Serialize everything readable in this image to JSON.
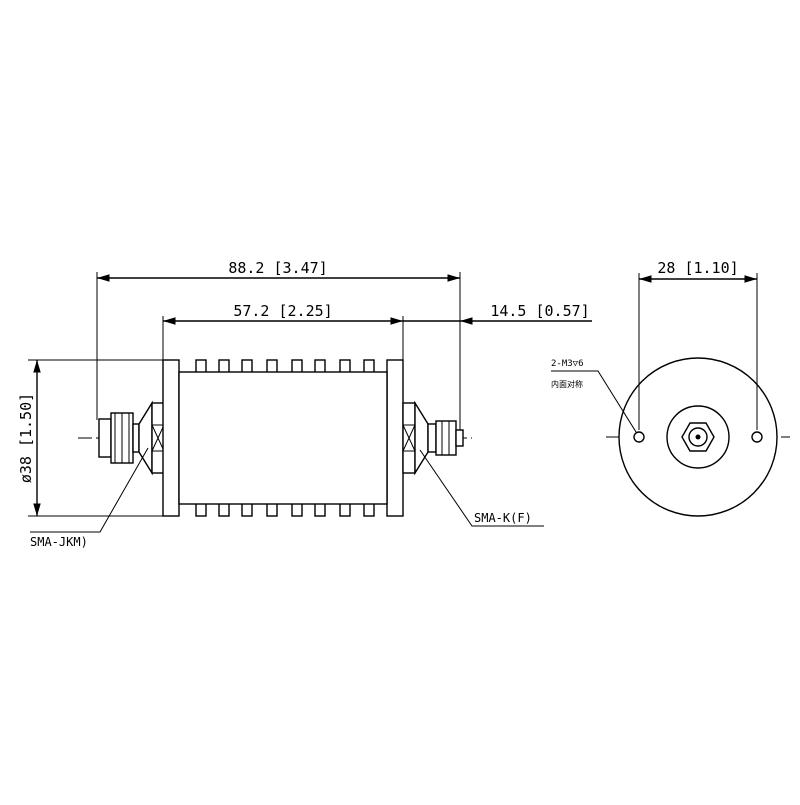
{
  "dimensions": {
    "overall_length": "88.2 [3.47]",
    "body_length": "57.2 [2.25]",
    "connector_length": "14.5 [0.57]",
    "diameter": "ø38 [1.50]",
    "hole_spacing": "28 [1.10]"
  },
  "labels": {
    "left_connector": "SMA-JKM)",
    "right_connector": "SMA-K(F)",
    "holes_spec": "2-M3▽6",
    "holes_note": "内面对称"
  },
  "colors": {
    "line": "#000000",
    "background": "#ffffff"
  }
}
